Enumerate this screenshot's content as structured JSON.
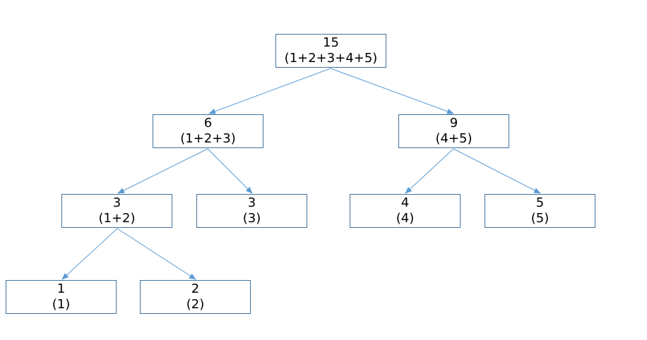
{
  "diagram": {
    "line_color": "#5b9bd5",
    "border_color": "#41719c",
    "nodes": {
      "root": {
        "value": "15",
        "expr": "(1+2+3+4+5)"
      },
      "left": {
        "value": "6",
        "expr": "(1+2+3)"
      },
      "right": {
        "value": "9",
        "expr": "(4+5)"
      },
      "ll": {
        "value": "3",
        "expr": "(1+2)"
      },
      "lr": {
        "value": "3",
        "expr": "(3)"
      },
      "rl": {
        "value": "4",
        "expr": "(4)"
      },
      "rr": {
        "value": "5",
        "expr": "(5)"
      },
      "lll": {
        "value": "1",
        "expr": "(1)"
      },
      "llr": {
        "value": "2",
        "expr": "(2)"
      }
    }
  }
}
